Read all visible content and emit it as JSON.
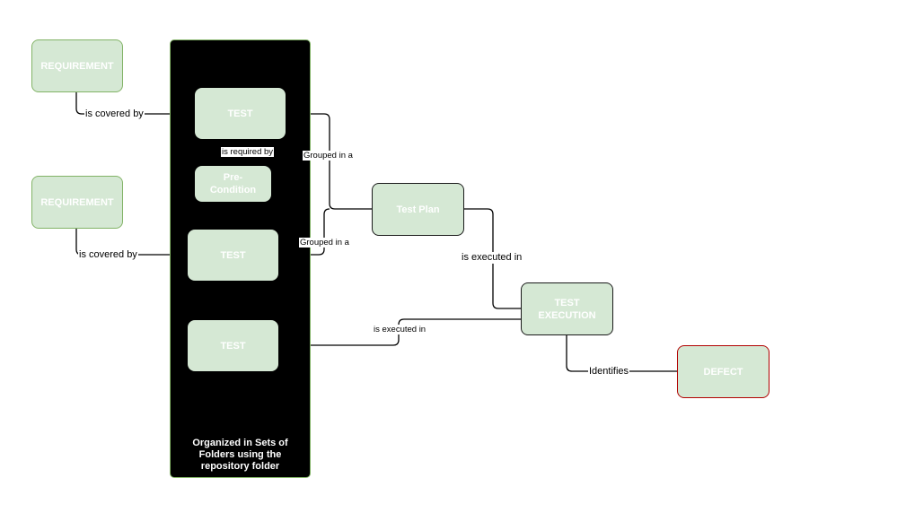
{
  "nodes": {
    "requirement_1": "REQUIREMENT",
    "requirement_2": "REQUIREMENT",
    "test_1": "TEST",
    "precondition": "Pre-\nCondition",
    "test_2": "TEST",
    "test_3": "TEST",
    "test_plan": "Test Plan",
    "test_execution": "TEST\nEXECUTION",
    "defect": "DEFECT"
  },
  "container_label": "Organized in Sets of\nFolders using the\nrepository folder",
  "edges": {
    "covered_1": "is covered by",
    "covered_2": "is covered by",
    "required_by": "is required by",
    "grouped_1": "Grouped in a",
    "grouped_2": "Grouped in a",
    "executed_plan": "is executed in",
    "executed_test": "is executed in",
    "identifies": "Identifies"
  },
  "colors": {
    "node_fill": "#d5e8d4",
    "node_border": "#82b366",
    "container_fill": "#000000",
    "defect_border": "#b20000",
    "text_white": "#ffffff"
  }
}
